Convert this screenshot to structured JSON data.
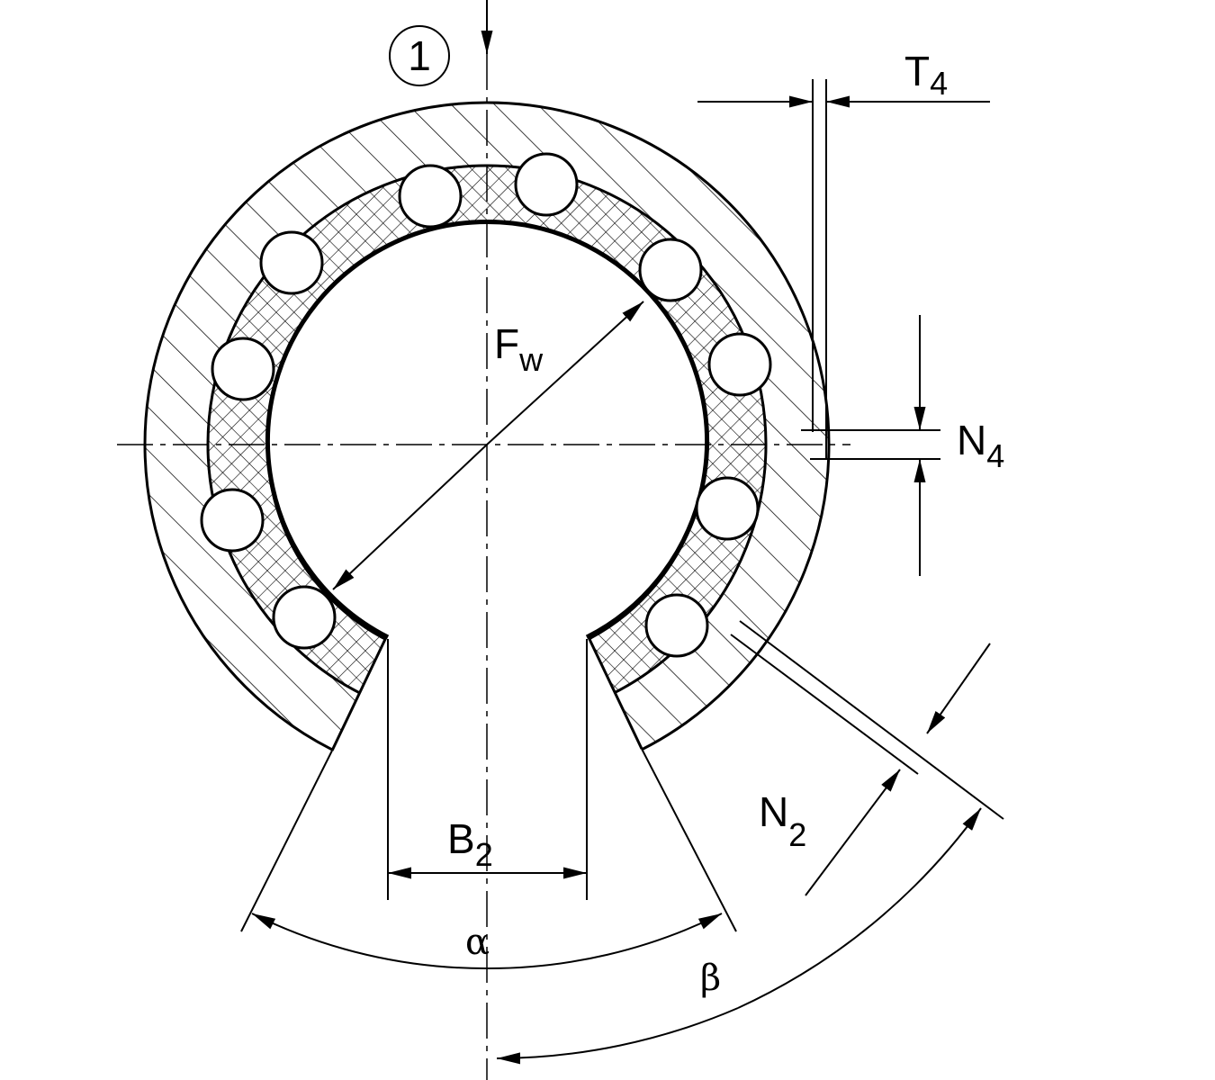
{
  "diagram": {
    "marker": "1",
    "labels": {
      "T": "T",
      "T_sub": "4",
      "N4": "N",
      "N4_sub": "4",
      "N2": "N",
      "N2_sub": "2",
      "B": "B",
      "B_sub": "2",
      "F": "F",
      "F_sub": "w",
      "alpha": "α",
      "beta": "β"
    },
    "colors": {
      "line": "#000000",
      "background": "#ffffff"
    }
  }
}
